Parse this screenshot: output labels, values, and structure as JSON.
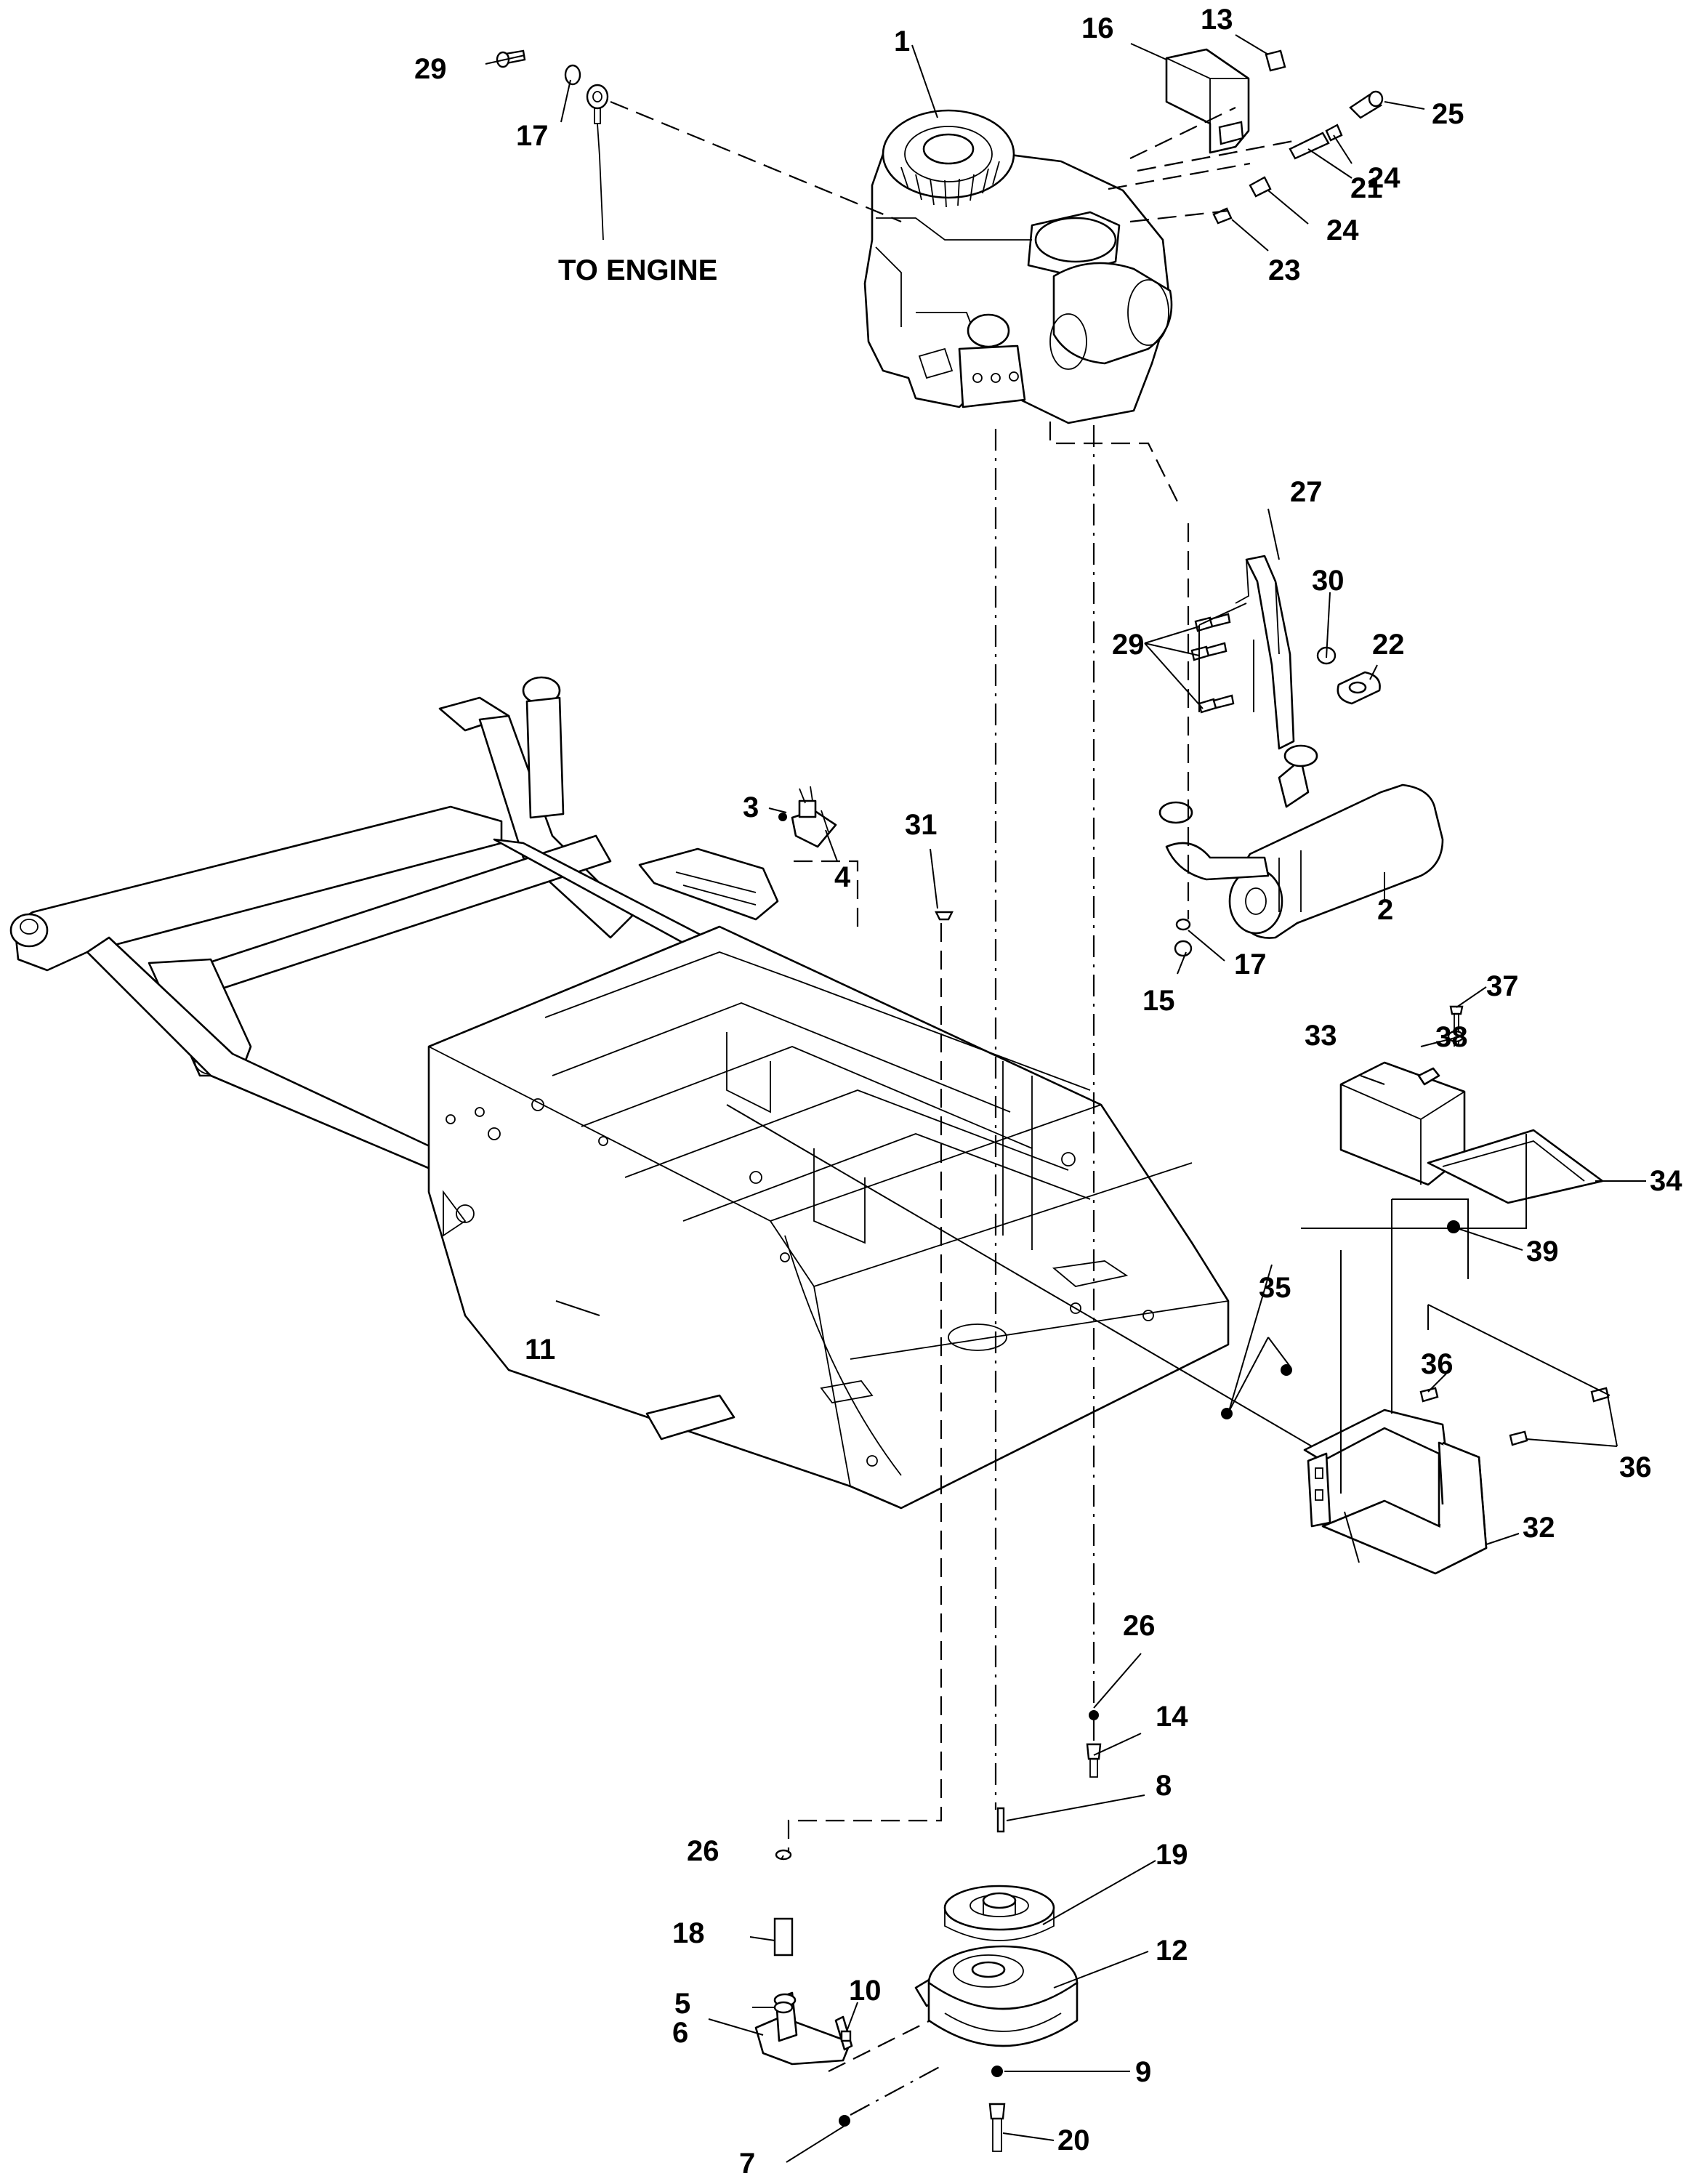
{
  "note": "TO ENGINE",
  "callouts": [
    {
      "id": "c1",
      "label": "1"
    },
    {
      "id": "c2",
      "label": "2"
    },
    {
      "id": "c3",
      "label": "3"
    },
    {
      "id": "c4",
      "label": "4"
    },
    {
      "id": "c5",
      "label": "5"
    },
    {
      "id": "c6",
      "label": "6"
    },
    {
      "id": "c7",
      "label": "7"
    },
    {
      "id": "c8",
      "label": "8"
    },
    {
      "id": "c9",
      "label": "9"
    },
    {
      "id": "c10",
      "label": "10"
    },
    {
      "id": "c11",
      "label": "11"
    },
    {
      "id": "c12",
      "label": "12"
    },
    {
      "id": "c13",
      "label": "13"
    },
    {
      "id": "c14",
      "label": "14"
    },
    {
      "id": "c15",
      "label": "15"
    },
    {
      "id": "c16",
      "label": "16"
    },
    {
      "id": "c17a",
      "label": "17"
    },
    {
      "id": "c17b",
      "label": "17"
    },
    {
      "id": "c18",
      "label": "18"
    },
    {
      "id": "c19",
      "label": "19"
    },
    {
      "id": "c20",
      "label": "20"
    },
    {
      "id": "c21",
      "label": "21"
    },
    {
      "id": "c22",
      "label": "22"
    },
    {
      "id": "c23",
      "label": "23"
    },
    {
      "id": "c24a",
      "label": "24"
    },
    {
      "id": "c24b",
      "label": "24"
    },
    {
      "id": "c25",
      "label": "25"
    },
    {
      "id": "c26a",
      "label": "26"
    },
    {
      "id": "c26b",
      "label": "26"
    },
    {
      "id": "c27",
      "label": "27"
    },
    {
      "id": "c29a",
      "label": "29"
    },
    {
      "id": "c29b",
      "label": "29"
    },
    {
      "id": "c30",
      "label": "30"
    },
    {
      "id": "c31",
      "label": "31"
    },
    {
      "id": "c32",
      "label": "32"
    },
    {
      "id": "c33",
      "label": "33"
    },
    {
      "id": "c34",
      "label": "34"
    },
    {
      "id": "c35",
      "label": "35"
    },
    {
      "id": "c36a",
      "label": "36"
    },
    {
      "id": "c36b",
      "label": "36"
    },
    {
      "id": "c37",
      "label": "37"
    },
    {
      "id": "c38",
      "label": "38"
    },
    {
      "id": "c39",
      "label": "39"
    }
  ]
}
